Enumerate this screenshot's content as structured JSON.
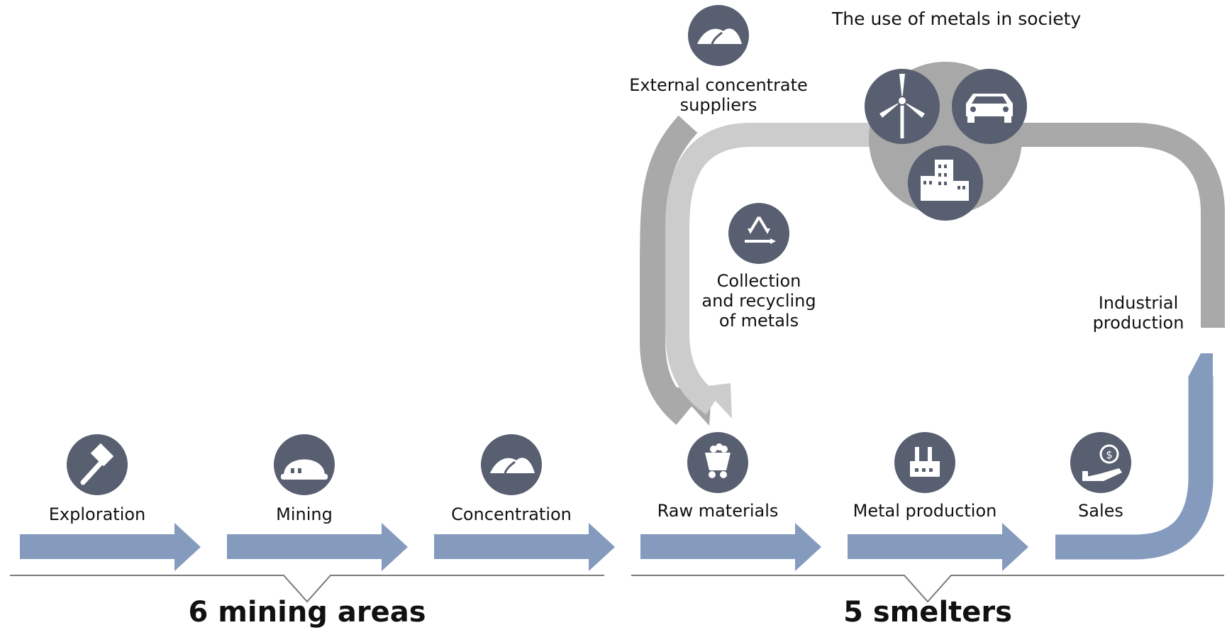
{
  "title": "The use of metals in society",
  "steps": {
    "exploration": "Exploration",
    "mining": "Mining",
    "concentration": "Concentration",
    "raw_materials": "Raw materials",
    "metal_production": "Metal production",
    "sales": "Sales"
  },
  "external": {
    "line1": "External concentrate",
    "line2": "suppliers"
  },
  "recycling": {
    "line1": "Collection",
    "line2": "and recycling",
    "line3": "of metals"
  },
  "industrial": {
    "line1": "Industrial",
    "line2": "production"
  },
  "groups": {
    "mining": "6 mining areas",
    "smelters": "5 smelters"
  },
  "icons": {
    "exploration": "hammer-icon",
    "mining": "hard-hat-icon",
    "concentration": "ore-pile-icon",
    "raw_materials": "mine-cart-icon",
    "metal_production": "factory-icon",
    "sales": "hand-coin-icon",
    "external": "ore-pile-icon",
    "recycling": "recycle-icon",
    "society": [
      "wind-turbine-icon",
      "car-icon",
      "buildings-icon"
    ]
  },
  "colors": {
    "arrow_blue": "#859bbe",
    "icon_circle": "#585f70",
    "gray_dark": "#a9a9a9",
    "gray_light": "#cccccc",
    "society_bg": "#a8a8a8"
  }
}
